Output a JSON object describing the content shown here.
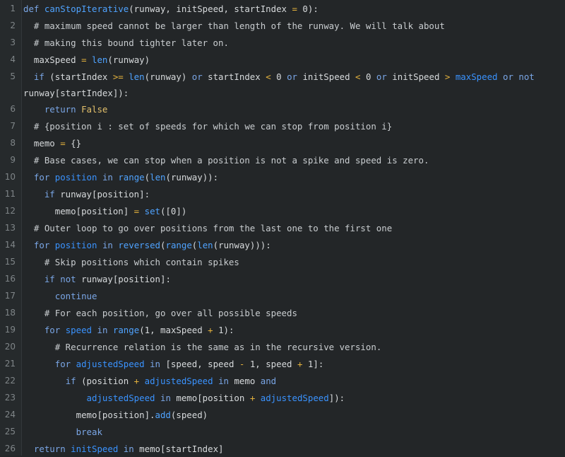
{
  "lines": [
    {
      "n": "1",
      "t": "def canStopIterative(runway, initSpeed, startIndex = 0):"
    },
    {
      "n": "2",
      "t": "  # maximum speed cannot be larger than length of the runway. We will talk about"
    },
    {
      "n": "3",
      "t": "  # making this bound tighter later on."
    },
    {
      "n": "4",
      "t": "  maxSpeed = len(runway)"
    },
    {
      "n": "5",
      "t": "  if (startIndex >= len(runway) or startIndex < 0 or initSpeed < 0 or initSpeed > maxSpeed or not runway[startIndex]):"
    },
    {
      "n": "6",
      "t": "    return False"
    },
    {
      "n": "7",
      "t": "  # {position i : set of speeds for which we can stop from position i}"
    },
    {
      "n": "8",
      "t": "  memo = {}"
    },
    {
      "n": "9",
      "t": "  # Base cases, we can stop when a position is not a spike and speed is zero."
    },
    {
      "n": "10",
      "t": "  for position in range(len(runway)):"
    },
    {
      "n": "11",
      "t": "    if runway[position]:"
    },
    {
      "n": "12",
      "t": "      memo[position] = set([0])"
    },
    {
      "n": "13",
      "t": "  # Outer loop to go over positions from the last one to the first one"
    },
    {
      "n": "14",
      "t": "  for position in reversed(range(len(runway))):"
    },
    {
      "n": "15",
      "t": "    # Skip positions which contain spikes"
    },
    {
      "n": "16",
      "t": "    if not runway[position]:"
    },
    {
      "n": "17",
      "t": "      continue"
    },
    {
      "n": "18",
      "t": "    # For each position, go over all possible speeds"
    },
    {
      "n": "19",
      "t": "    for speed in range(1, maxSpeed + 1):"
    },
    {
      "n": "20",
      "t": "      # Recurrence relation is the same as in the recursive version."
    },
    {
      "n": "21",
      "t": "      for adjustedSpeed in [speed, speed - 1, speed + 1]:"
    },
    {
      "n": "22",
      "t": "        if (position + adjustedSpeed in memo and"
    },
    {
      "n": "23",
      "t": "            adjustedSpeed in memo[position + adjustedSpeed]):"
    },
    {
      "n": "24",
      "t": "          memo[position].add(speed)"
    },
    {
      "n": "25",
      "t": "          break"
    },
    {
      "n": "26",
      "t": "  return initSpeed in memo[startIndex]"
    }
  ],
  "colors": {
    "background": "#232628",
    "gutter": "#262a2c",
    "line_number": "#7f8588",
    "text": "#d7dadc",
    "keyword": "#7aa6e6",
    "function": "#4fa3ff",
    "operator": "#e4b23d"
  }
}
